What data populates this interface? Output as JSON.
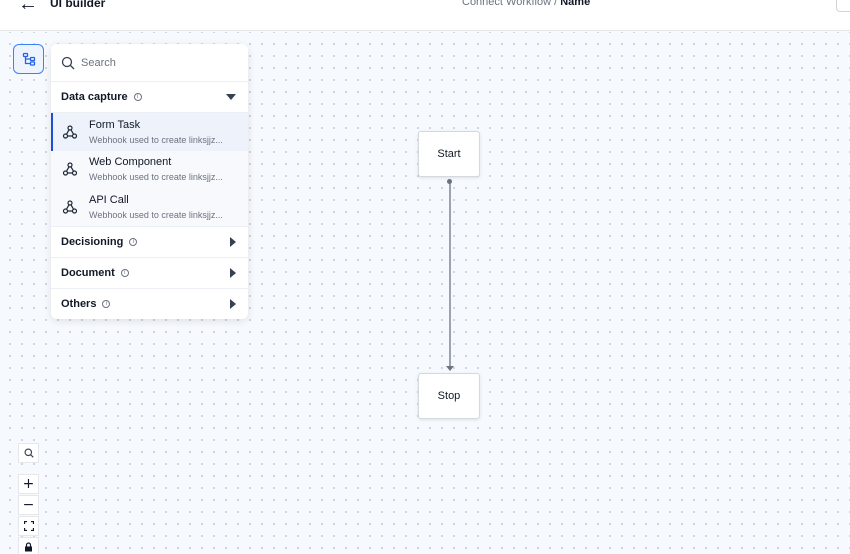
{
  "header": {
    "back_icon": "arrow-left-icon",
    "app_title": "UI builder",
    "breadcrumb_parent": "Connect Workflow /",
    "breadcrumb_current": "Name"
  },
  "sidebar": {
    "tree_icon": "workflow-tree-icon",
    "search_placeholder": "Search",
    "sections": [
      {
        "label": "Data capture",
        "expanded": true,
        "items": [
          {
            "title": "Form Task",
            "desc": "Webhook used to create linksjjz...",
            "icon": "webhook-icon",
            "selected": true
          },
          {
            "title": "Web Component",
            "desc": "Webhook used to create linksjjz...",
            "icon": "webhook-icon"
          },
          {
            "title": "API Call",
            "desc": "Webhook used to create linksjjz...",
            "icon": "webhook-icon"
          }
        ]
      },
      {
        "label": "Decisioning",
        "expanded": false
      },
      {
        "label": "Document",
        "expanded": false
      },
      {
        "label": "Others",
        "expanded": false
      }
    ]
  },
  "flow": {
    "nodes": [
      {
        "label": "Start"
      },
      {
        "label": "Stop"
      }
    ]
  },
  "colors": {
    "accent": "#3b82f6",
    "selected_border": "#1d4ed8",
    "canvas_bg": "#f6f9fd"
  }
}
